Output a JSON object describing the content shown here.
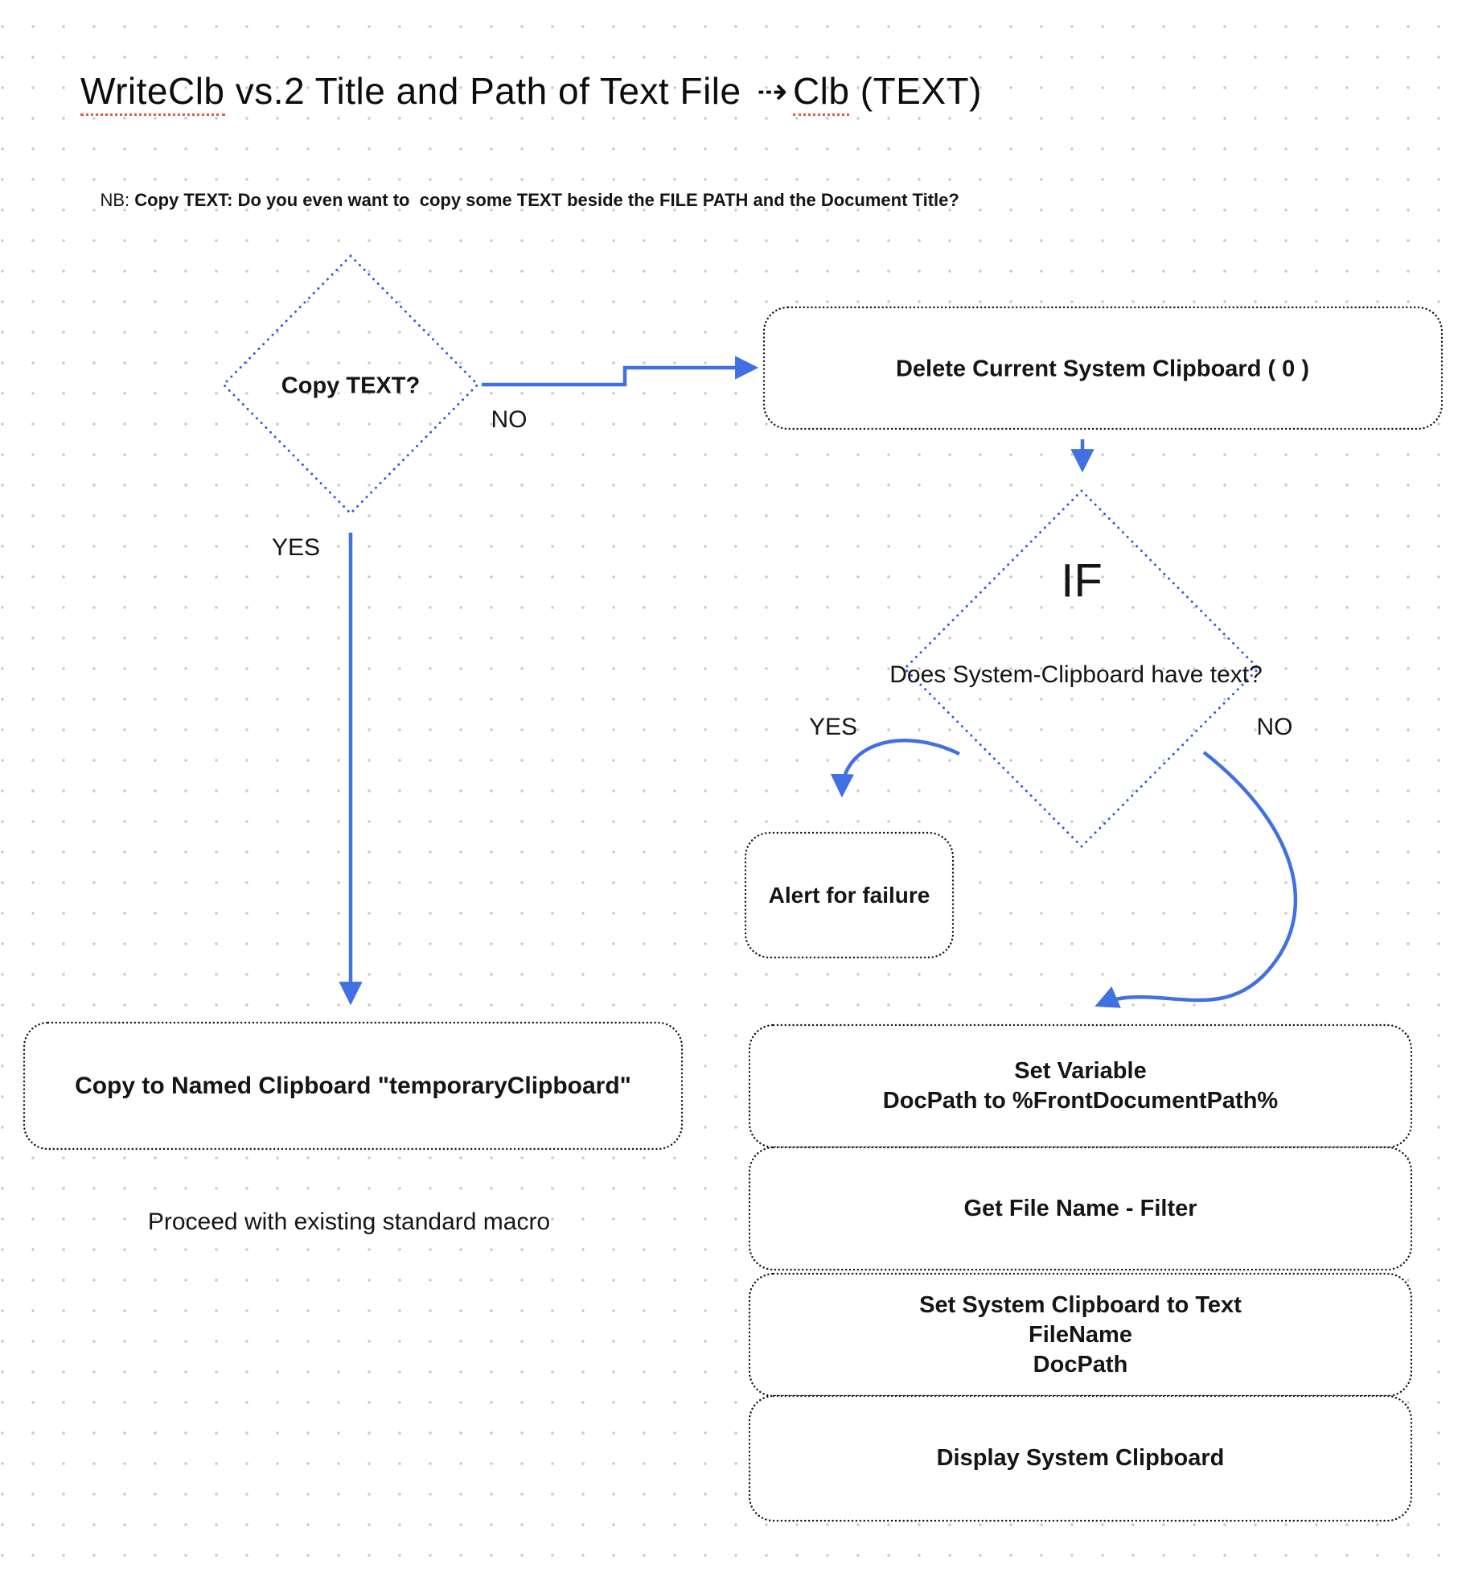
{
  "title": {
    "part1": "WriteClb",
    "part2": " vs.2 Title and Path of Text File ",
    "arrow_icon": "⇢",
    "part3": "Clb",
    "part4": " (TEXT)"
  },
  "note": {
    "prefix": "NB: ",
    "text": "Copy TEXT: Do you even want to  copy some TEXT beside the FILE PATH and the Document Title?"
  },
  "nodes": {
    "copy_text_decision": {
      "label": "Copy TEXT?"
    },
    "delete_clipboard": {
      "label": "Delete Current System Clipboard ( 0 )"
    },
    "if_decision": {
      "title": "IF",
      "question": "Does System-Clipboard have text?"
    },
    "alert_failure": {
      "label": "Alert for failure"
    },
    "copy_named": {
      "label": "Copy to Named Clipboard \"temporaryClipboard\""
    },
    "proceed_note": {
      "label": "Proceed with existing standard macro"
    },
    "set_variable": {
      "line1": "Set Variable",
      "line2": "DocPath to %FrontDocumentPath%"
    },
    "get_filename": {
      "label": "Get File Name - Filter"
    },
    "set_clipboard": {
      "line1": "Set System Clipboard to Text",
      "line2": "FileName",
      "line3": "DocPath"
    },
    "display_clipboard": {
      "label": "Display System Clipboard"
    }
  },
  "edge_labels": {
    "copy_no": "NO",
    "copy_yes": "YES",
    "if_yes": "YES",
    "if_no": "NO"
  },
  "colors": {
    "arrow_blue": "#4170e2",
    "shape_black": "#151515",
    "squiggle_red": "#e05a48",
    "grid_dot": "#c9c9c9"
  }
}
